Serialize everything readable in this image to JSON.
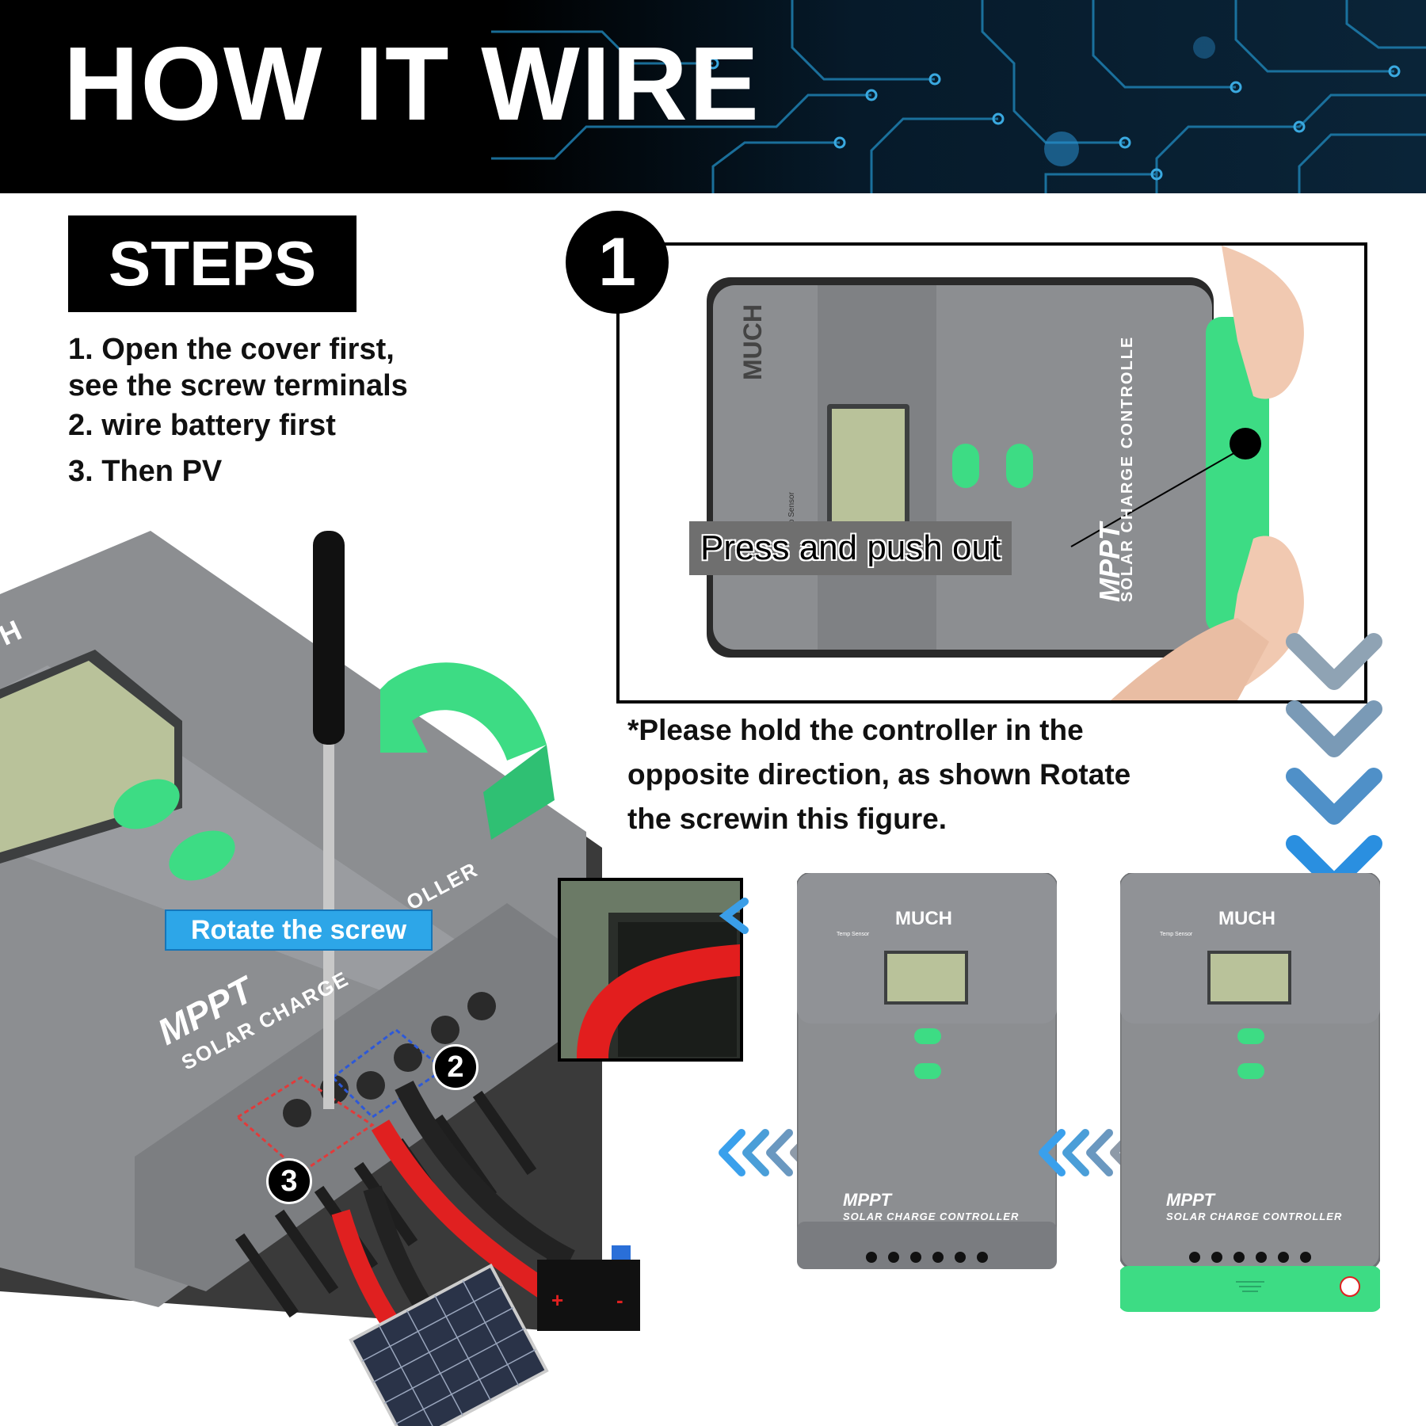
{
  "header": {
    "title": "HOW IT WIRE"
  },
  "steps": {
    "heading": "STEPS",
    "lines": [
      "1. Open the cover first,",
      "see the screw terminals",
      "2. wire battery first",
      "3. Then PV"
    ]
  },
  "step1": {
    "badge": "1",
    "callout": "Press and push out",
    "brand": "MUCH",
    "model": "MPPT",
    "subtitle": "SOLAR CHARGE CONTROLLE",
    "sensor": "Temp Sensor"
  },
  "note": {
    "lines": [
      "*Please hold the controller in the",
      "opposite direction, as shown Rotate",
      "the screwin this figure."
    ]
  },
  "main_device": {
    "brand": "H",
    "model": "MPPT",
    "subtitle": "SOLAR CHARGE",
    "subtitle_tail": "OLLER",
    "callout": "Rotate the screw",
    "badge_2": "2",
    "badge_3": "3"
  },
  "controller_a": {
    "brand": "MUCH",
    "sensor": "Temp Sensor",
    "model": "MPPT",
    "subtitle": "SOLAR CHARGE CONTROLLER"
  },
  "controller_b": {
    "brand": "MUCH",
    "sensor": "Temp Sensor",
    "model": "MPPT",
    "subtitle": "SOLAR CHARGE CONTROLLER"
  },
  "colors": {
    "accent_green": "#3ddc84",
    "accent_blue": "#2da6e8",
    "device_gray": "#8c8e91",
    "header_bg": "#000000",
    "circuit": "#1e7fb0"
  }
}
